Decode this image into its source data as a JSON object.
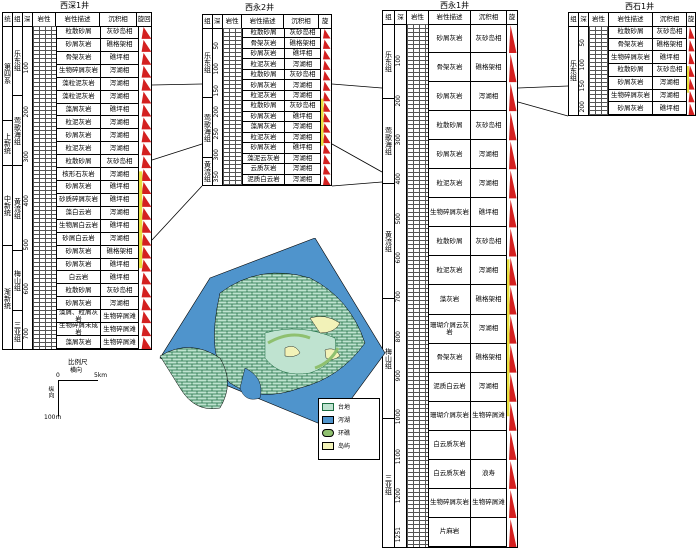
{
  "wells": {
    "xishen1": {
      "title": "西深1井",
      "headers": [
        "统",
        "组",
        "深度",
        "岩性",
        "岩性描述",
        "沉积相",
        "旋回"
      ],
      "series": [
        "第四系",
        "上新统",
        "中新统",
        "渐新统"
      ],
      "formations": [
        "乐东组",
        "莺歌海组",
        "黄流组",
        "梅山组",
        "三亚组"
      ],
      "ticks": [
        "100",
        "200",
        "300",
        "400",
        "500",
        "600",
        "700"
      ],
      "rows": [
        {
          "desc": "粒散砂屑",
          "facies": "灰砂岛相"
        },
        {
          "desc": "砂屑灰岩",
          "facies": "礁格架相"
        },
        {
          "desc": "骨架灰岩",
          "facies": "礁坪相"
        },
        {
          "desc": "生物碎屑灰岩",
          "facies": "泻湖相"
        },
        {
          "desc": "藻粒泥灰岩",
          "facies": "泻湖相"
        },
        {
          "desc": "藻粒泥灰岩",
          "facies": "泻湖相"
        },
        {
          "desc": "藻屑灰岩",
          "facies": "礁坪相"
        },
        {
          "desc": "粒泥灰岩",
          "facies": "泻湖相"
        },
        {
          "desc": "砂屑灰岩",
          "facies": "泻湖相"
        },
        {
          "desc": "粒泥灰岩",
          "facies": "泻湖相"
        },
        {
          "desc": "粒散砂屑",
          "facies": "灰砂岛相"
        },
        {
          "desc": "核形石灰岩",
          "facies": "泻湖相"
        },
        {
          "desc": "砂屑灰岩",
          "facies": "礁坪相"
        },
        {
          "desc": "砂质碎屑灰岩",
          "facies": "礁坪相"
        },
        {
          "desc": "藻白云岩",
          "facies": "泻湖相"
        },
        {
          "desc": "生物屑白云岩",
          "facies": "礁坪相"
        },
        {
          "desc": "砂屑白云岩",
          "facies": "泻湖相"
        },
        {
          "desc": "砂屑灰岩",
          "facies": "礁格架相"
        },
        {
          "desc": "砂屑灰岩",
          "facies": "礁坪相"
        },
        {
          "desc": "白云岩",
          "facies": "礁坪相"
        },
        {
          "desc": "粒散砂屑",
          "facies": "灰砂岛相"
        },
        {
          "desc": "砂屑灰岩",
          "facies": "泻湖相"
        },
        {
          "desc": "藻屑、粒屑灰岩",
          "facies": "生物碎屑滩"
        },
        {
          "desc": "生物碎屑未成岩",
          "facies": "生物碎屑滩"
        },
        {
          "desc": "藻屑灰岩",
          "facies": "生物碎屑滩"
        }
      ]
    },
    "xiyong2": {
      "title": "西永2井",
      "headers": [
        "组",
        "深度",
        "岩性",
        "岩性描述",
        "沉积相",
        "旋回"
      ],
      "formations": [
        "乐东组",
        "莺歌海组",
        "黄流组"
      ],
      "ticks": [
        "50",
        "100",
        "150",
        "200",
        "250",
        "300",
        "350"
      ],
      "rows": [
        {
          "desc": "粒散砂屑",
          "facies": "灰砂岛相"
        },
        {
          "desc": "骨架灰岩",
          "facies": "礁格架相"
        },
        {
          "desc": "砂屑灰岩",
          "facies": "礁坪相"
        },
        {
          "desc": "粒泥灰岩",
          "facies": "泻湖相"
        },
        {
          "desc": "粒散砂屑",
          "facies": "灰砂岛相"
        },
        {
          "desc": "砂屑灰岩",
          "facies": "泻湖相"
        },
        {
          "desc": "粒泥灰岩",
          "facies": "泻湖相"
        },
        {
          "desc": "粒散砂屑",
          "facies": "灰砂岛相"
        },
        {
          "desc": "砂屑灰岩",
          "facies": "礁坪相"
        },
        {
          "desc": "藻屑灰岩",
          "facies": "泻湖相"
        },
        {
          "desc": "粒泥灰岩",
          "facies": "泻湖相"
        },
        {
          "desc": "砂屑灰岩",
          "facies": "礁坪相"
        },
        {
          "desc": "藻泥云灰岩",
          "facies": "泻湖相"
        },
        {
          "desc": "云质灰岩",
          "facies": "泻湖相"
        },
        {
          "desc": "泥质白云岩",
          "facies": "泻湖相"
        }
      ]
    },
    "xiyong1": {
      "title": "西永1井",
      "headers": [
        "组",
        "深度",
        "岩性",
        "岩性描述",
        "沉积相",
        "旋回"
      ],
      "formations": [
        "乐东组",
        "莺歌海组",
        "黄流组",
        "梅山组",
        "三亚组"
      ],
      "ticks": [
        "100",
        "200",
        "300",
        "400",
        "500",
        "600",
        "700",
        "800",
        "900",
        "1000",
        "1100",
        "1200",
        "1251"
      ],
      "rows": [
        {
          "desc": "砂屑灰岩",
          "facies": "灰砂岛相"
        },
        {
          "desc": "骨架灰岩",
          "facies": "礁格架相"
        },
        {
          "desc": "砂屑灰岩",
          "facies": "泻湖相"
        },
        {
          "desc": "粒散砂屑",
          "facies": "灰砂岛相"
        },
        {
          "desc": "砂屑灰岩",
          "facies": "泻湖相"
        },
        {
          "desc": "粒泥灰岩",
          "facies": "泻湖相"
        },
        {
          "desc": "生物碎屑灰岩",
          "facies": "礁坪相"
        },
        {
          "desc": "粒散砂屑",
          "facies": "灰砂岛相"
        },
        {
          "desc": "粒泥灰岩",
          "facies": "泻湖相"
        },
        {
          "desc": "藻灰岩",
          "facies": "礁格架相"
        },
        {
          "desc": "珊瑚介屑云灰岩",
          "facies": "泻湖相"
        },
        {
          "desc": "骨架灰岩",
          "facies": "礁格架相"
        },
        {
          "desc": "泥质白云岩",
          "facies": "泻湖相"
        },
        {
          "desc": "珊瑚介屑灰岩",
          "facies": "生物碎屑滩"
        },
        {
          "desc": "白云质灰岩",
          "facies": ""
        },
        {
          "desc": "白云质灰岩",
          "facies": "浪寿"
        },
        {
          "desc": "生物碎屑灰岩",
          "facies": "生物碎屑滩"
        },
        {
          "desc": "片麻岩",
          "facies": ""
        }
      ]
    },
    "xishi1": {
      "title": "西石1井",
      "headers": [
        "组",
        "深度",
        "岩性",
        "岩性描述",
        "沉积相",
        "旋回"
      ],
      "formations": [
        "乐东组"
      ],
      "ticks": [
        "50",
        "100",
        "150",
        "200"
      ],
      "rows": [
        {
          "desc": "粒散砂屑",
          "facies": "灰砂岛相"
        },
        {
          "desc": "骨架灰岩",
          "facies": "礁格架相"
        },
        {
          "desc": "生物碎屑灰岩",
          "facies": "礁坪相"
        },
        {
          "desc": "粒散砂屑",
          "facies": "灰砂岛相"
        },
        {
          "desc": "砂屑灰岩",
          "facies": "泻湖相"
        },
        {
          "desc": "生物碎屑灰岩",
          "facies": "泻湖相"
        },
        {
          "desc": "砂屑灰岩",
          "facies": "礁坪相"
        }
      ]
    }
  },
  "scale": {
    "title": "比例尺",
    "horizontal": "横向",
    "vertical": "纵向",
    "h0": "0",
    "h1": "5km",
    "v1": "100m"
  },
  "legend": [
    {
      "label": "台地",
      "color": "#2e7d4f"
    },
    {
      "label": "泻湖",
      "color": "#4f94cc"
    },
    {
      "label": "环礁",
      "color": "#8fc06f"
    },
    {
      "label": "岛屿",
      "color": "#f2f2b8"
    }
  ],
  "colors": {
    "sea": "#4f94cc",
    "platform": "#bfe3d0",
    "brick": "#1a6b3f",
    "cycle_red": "#d42020",
    "cycle_yellow": "#e8e040"
  }
}
